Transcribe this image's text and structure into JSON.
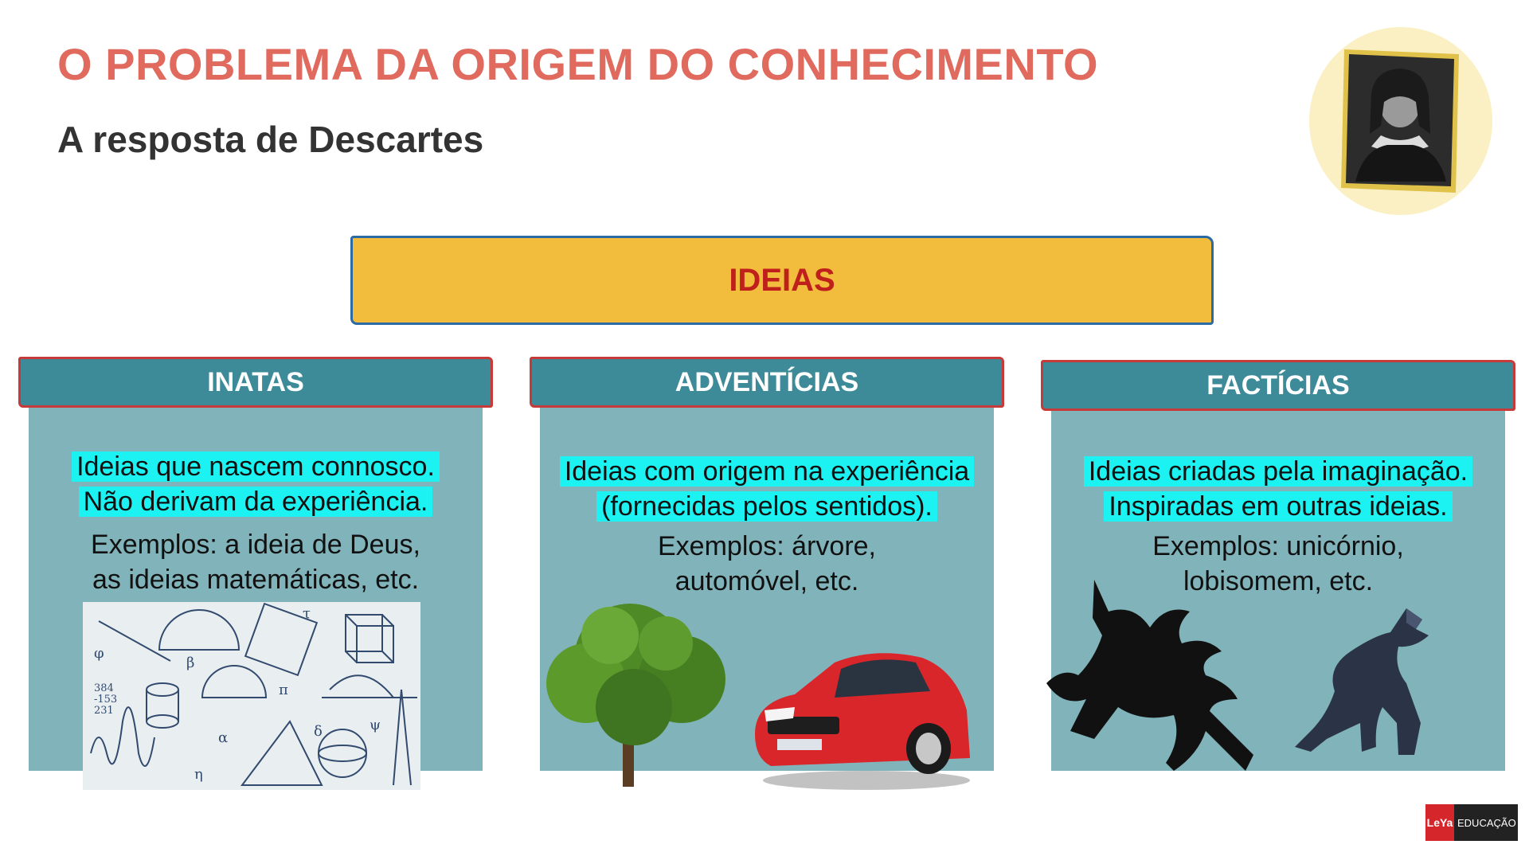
{
  "header": {
    "title": "O PROBLEMA DA ORIGEM DO CONHECIMENTO",
    "subtitle": "A resposta de Descartes"
  },
  "portrait": {
    "icon": "descartes-portrait"
  },
  "top_box": {
    "label": "IDEIAS",
    "color": "#f2bd3c",
    "text_color": "#c0201c"
  },
  "columns": [
    {
      "heading": "INATAS",
      "highlight_lines": [
        "Ideias que nascem connosco.",
        "Não derivam da experiência."
      ],
      "example_lines": [
        "Exemplos: a ideia de Deus,",
        "as ideias matemáticas, etc."
      ],
      "image": "math-drawings"
    },
    {
      "heading": "ADVENTÍCIAS",
      "highlight_lines": [
        "Ideias com origem na experiência",
        "(fornecidas pelos sentidos)."
      ],
      "example_lines": [
        "Exemplos: árvore,",
        "automóvel, etc."
      ],
      "image": "tree-and-car"
    },
    {
      "heading": "FACTÍCIAS",
      "highlight_lines": [
        "Ideias criadas pela imaginação.",
        "Inspiradas em outras ideias."
      ],
      "example_lines": [
        "Exemplos: unicórnio,",
        "lobisomem, etc."
      ],
      "image": "unicorn-and-werewolf"
    }
  ],
  "colors": {
    "highlight": "#1df2f2",
    "column_bg": "#81b4ba",
    "heading_bg": "#3d8b98",
    "title": "#e06a5d"
  },
  "footer": {
    "logo_mark": "LeYa",
    "logo_text": "EDUCAÇÃO"
  }
}
